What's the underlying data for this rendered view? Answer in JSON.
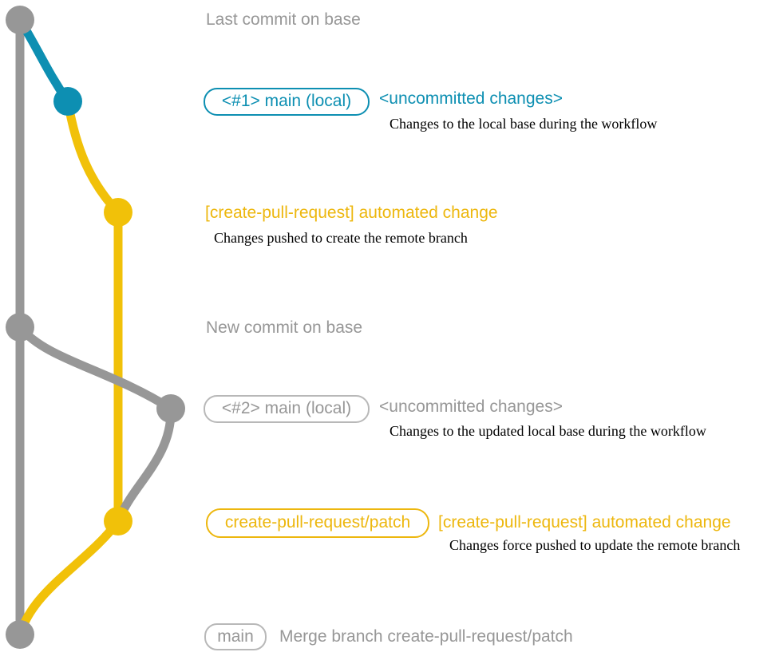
{
  "colors": {
    "base_branch_gray": "#979797",
    "local_main_blue": "#0d8fb2",
    "pr_branch_yellow": "#f1c109",
    "yellow_label_text": "#edb70e",
    "gray_badge_border": "#b8b8b8",
    "description_black": "#000000"
  },
  "diagram": {
    "row_last_commit": {
      "label": "Last commit on base"
    },
    "row_branch1": {
      "badge": "<#1> main (local)",
      "status": "<uncommitted changes>",
      "description": "Changes to the local base during the workflow"
    },
    "row_commit1": {
      "title": "[create-pull-request] automated change",
      "description": "Changes pushed to create the remote branch"
    },
    "row_new_commit": {
      "label": "New commit on base"
    },
    "row_branch2": {
      "badge": "<#2> main (local)",
      "status": "<uncommitted changes>",
      "description": "Changes to the updated local base during the workflow"
    },
    "row_commit2": {
      "badge": "create-pull-request/patch",
      "title": "[create-pull-request] automated change",
      "description": "Changes force pushed to update the remote branch"
    },
    "row_merge": {
      "badge": "main",
      "label": "Merge branch create-pull-request/patch"
    }
  },
  "commit_dots": [
    {
      "name": "last-commit-on-base",
      "color": "#979797"
    },
    {
      "name": "local-main-uncommitted-1",
      "color": "#0d8fb2"
    },
    {
      "name": "pr-branch-commit-1",
      "color": "#f1c109"
    },
    {
      "name": "new-commit-on-base",
      "color": "#979797"
    },
    {
      "name": "local-main-uncommitted-2",
      "color": "#979797"
    },
    {
      "name": "pr-branch-commit-2",
      "color": "#f1c109"
    },
    {
      "name": "merge-commit",
      "color": "#979797"
    }
  ]
}
